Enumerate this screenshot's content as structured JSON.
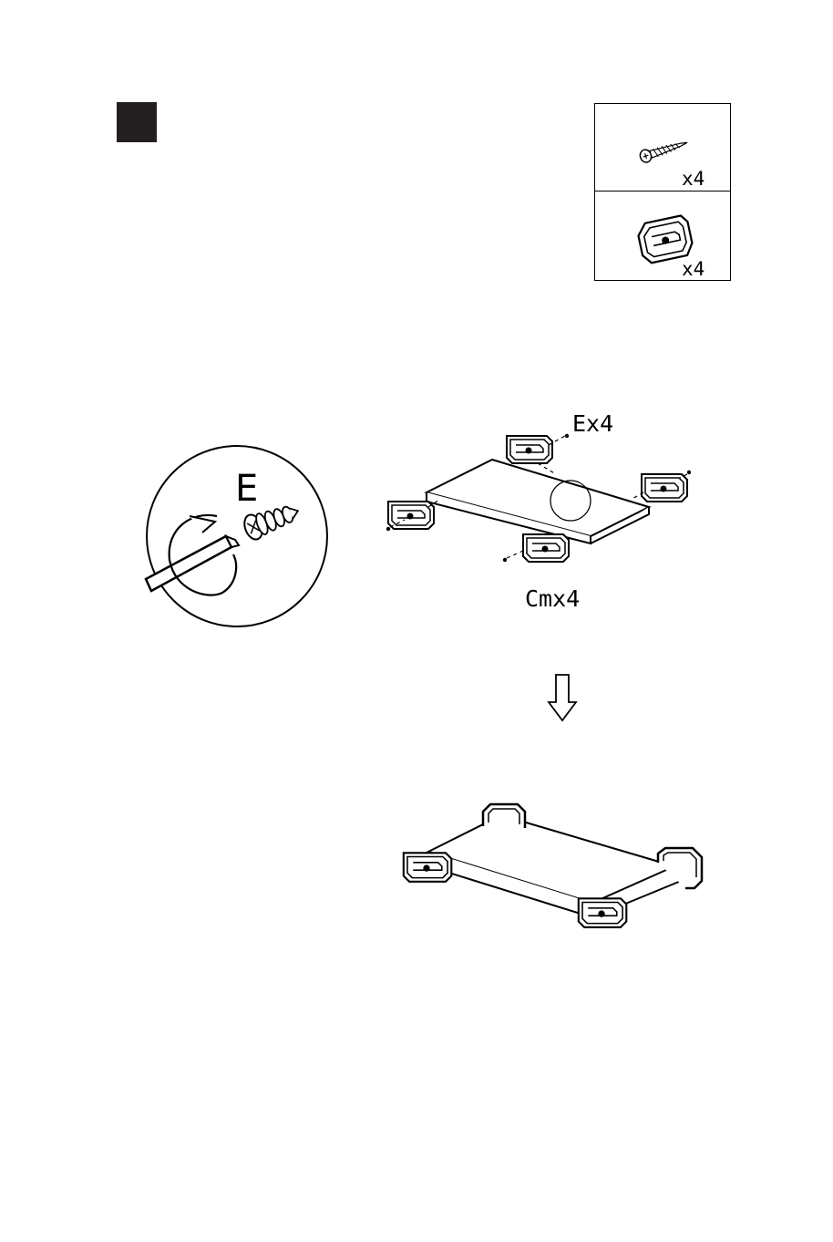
{
  "parts": {
    "screw": {
      "icon": "screw-icon",
      "quantity": "x4"
    },
    "cam": {
      "icon": "cam-lock-icon",
      "quantity": "x4"
    }
  },
  "detail": {
    "letter": "E",
    "icons": [
      "screwdriver-icon",
      "rotation-arrow-icon",
      "screw-icon"
    ]
  },
  "diagram": {
    "screw_label": "Ex4",
    "cam_label": "Cmx4"
  },
  "colors": {
    "ink": "#000000",
    "step_box": "#231f20",
    "paper": "#ffffff"
  }
}
